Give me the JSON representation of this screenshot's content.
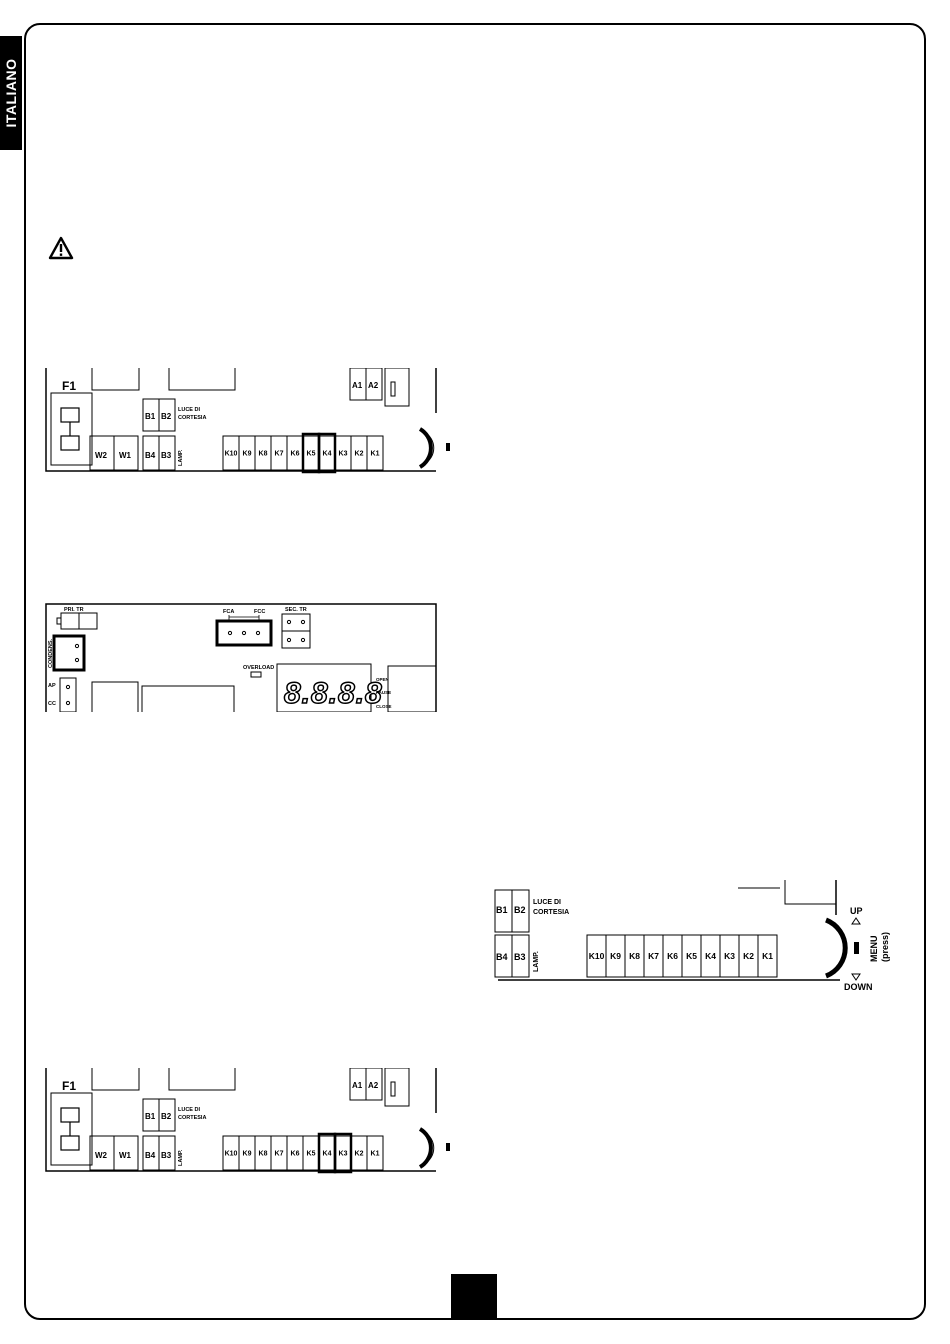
{
  "language_tab": "ITALIANO",
  "boardA": {
    "fuse": "F1",
    "a_terminals": [
      "A1",
      "A2"
    ],
    "b_top": [
      "B1",
      "B2"
    ],
    "b_bottom": [
      "B4",
      "B3"
    ],
    "w_terminals": [
      "W2",
      "W1"
    ],
    "luce_label_1": "LUCE DI",
    "luce_label_2": "CORTESIA",
    "lamp_label": "LAMP.",
    "k_terminals": [
      "K10",
      "K9",
      "K8",
      "K7",
      "K6",
      "K5",
      "K4",
      "K3",
      "K2",
      "K1"
    ],
    "highlighted": [
      "K5",
      "K4"
    ]
  },
  "boardB": {
    "pri_tr": "PRI. TR",
    "sec_tr": "SEC. TR",
    "fca": "FCA",
    "fcc": "FCC",
    "overload": "OVERLOAD",
    "condens": "CONDENS.",
    "ap": "AP",
    "cc": "CC",
    "display": "8.8.8.8",
    "open": "OPEN",
    "pause": "PAUSE",
    "close": "CLOSE"
  },
  "boardC": {
    "b_top": [
      "B1",
      "B2"
    ],
    "b_bottom": [
      "B4",
      "B3"
    ],
    "luce_label_1": "LUCE DI",
    "luce_label_2": "CORTESIA",
    "lamp_label": "LAMP.",
    "k_terminals": [
      "K10",
      "K9",
      "K8",
      "K7",
      "K6",
      "K5",
      "K4",
      "K3",
      "K2",
      "K1"
    ],
    "up": "UP",
    "down": "DOWN",
    "menu": "MENU",
    "press": "(press)"
  },
  "boardD": {
    "fuse": "F1",
    "a_terminals": [
      "A1",
      "A2"
    ],
    "b_top": [
      "B1",
      "B2"
    ],
    "b_bottom": [
      "B4",
      "B3"
    ],
    "w_terminals": [
      "W2",
      "W1"
    ],
    "luce_label_1": "LUCE DI",
    "luce_label_2": "CORTESIA",
    "lamp_label": "LAMP.",
    "k_terminals": [
      "K10",
      "K9",
      "K8",
      "K7",
      "K6",
      "K5",
      "K4",
      "K3",
      "K2",
      "K1"
    ],
    "highlighted": [
      "K4",
      "K3"
    ]
  }
}
